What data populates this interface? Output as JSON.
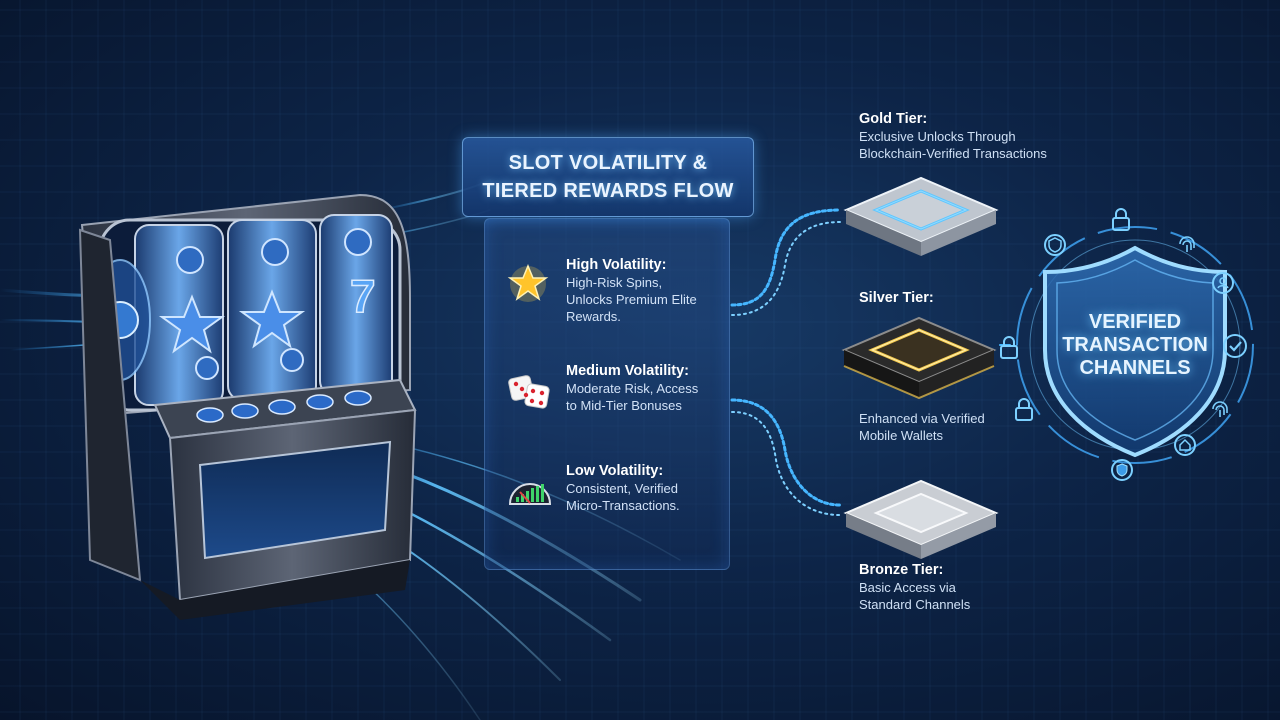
{
  "title": {
    "line1": "SLOT VOLATILITY &",
    "line2": "TIERED REWARDS FLOW"
  },
  "volatility": [
    {
      "title": "High Volatility:",
      "desc1": "High-Risk Spins,",
      "desc2": "Unlocks Premium Elite",
      "desc3": "Rewards.",
      "icon": "star-icon"
    },
    {
      "title": "Medium Volatility:",
      "desc1": "Moderate Risk, Access",
      "desc2": "to Mid-Tier Bonuses",
      "icon": "dice-icon"
    },
    {
      "title": "Low Volatility:",
      "desc1": "Consistent, Verified",
      "desc2": "Micro-Transactions.",
      "icon": "gauge-icon"
    }
  ],
  "tiers": {
    "gold": {
      "title": "Gold Tier:",
      "desc1": "Exclusive Unlocks Through",
      "desc2": "Blockchain-Verified Transactions"
    },
    "silver": {
      "title": "Silver Tier:",
      "desc1": "Enhanced via Verified",
      "desc2": "Mobile Wallets"
    },
    "bronze": {
      "title": "Bronze Tier:",
      "desc1": "Basic Access via",
      "desc2": "Standard Channels"
    }
  },
  "shield": {
    "line1": "VERIFIED",
    "line2": "TRANSACTION",
    "line3": "CHANNELS"
  },
  "reels": {
    "symbol": "7"
  },
  "colors": {
    "accent": "#4fb6ff",
    "gold_glow": "#f2c64a",
    "background": "#0d2447"
  }
}
